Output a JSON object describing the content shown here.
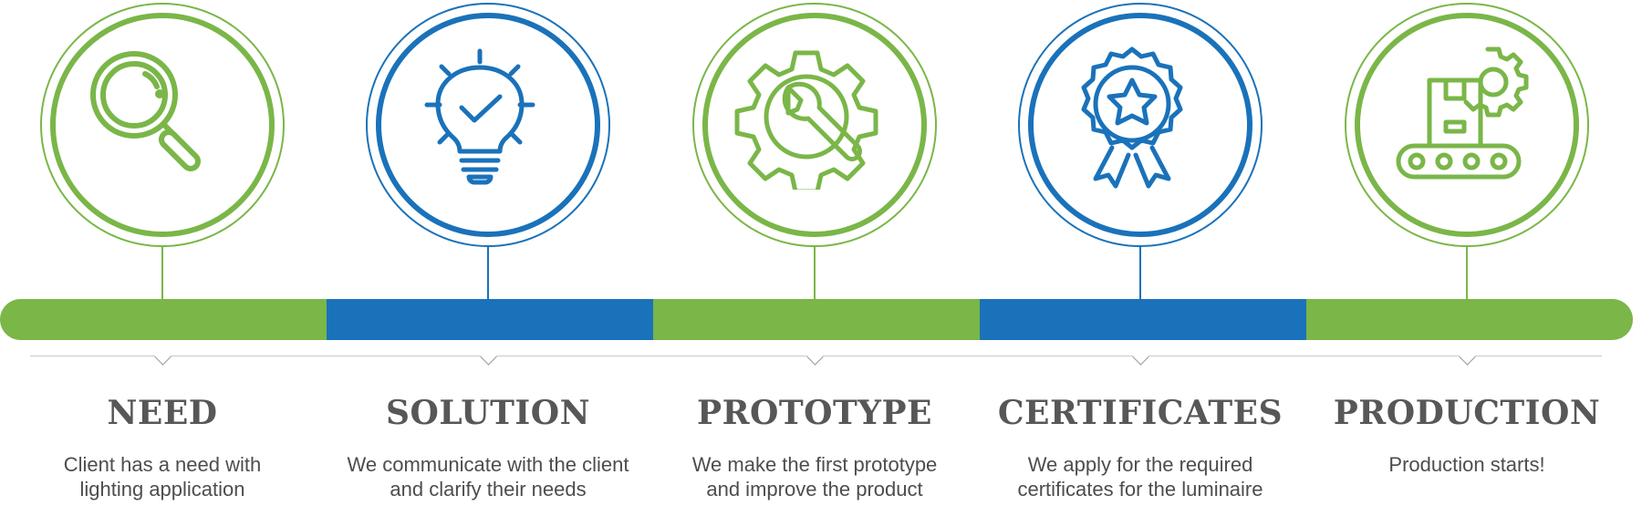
{
  "colors": {
    "green": "#7ab648",
    "blue": "#1a72ba",
    "text": "#575757"
  },
  "steps": [
    {
      "title": "NEED",
      "desc": [
        "Client has a need with",
        "lighting application"
      ],
      "color": "green",
      "icon": "magnifier-icon"
    },
    {
      "title": "SOLUTION",
      "desc": [
        "We communicate with the client",
        "and clarify their needs"
      ],
      "color": "blue",
      "icon": "lightbulb-check-icon"
    },
    {
      "title": "PROTOTYPE",
      "desc": [
        "We make the first prototype",
        "and improve the product"
      ],
      "color": "green",
      "icon": "gear-wrench-icon"
    },
    {
      "title": "CERTIFICATES",
      "desc": [
        "We apply for the required",
        "certificates for the luminaire"
      ],
      "color": "blue",
      "icon": "award-ribbon-icon"
    },
    {
      "title": "PRODUCTION",
      "desc": [
        "Production starts!"
      ],
      "color": "green",
      "icon": "conveyor-gear-icon"
    }
  ]
}
